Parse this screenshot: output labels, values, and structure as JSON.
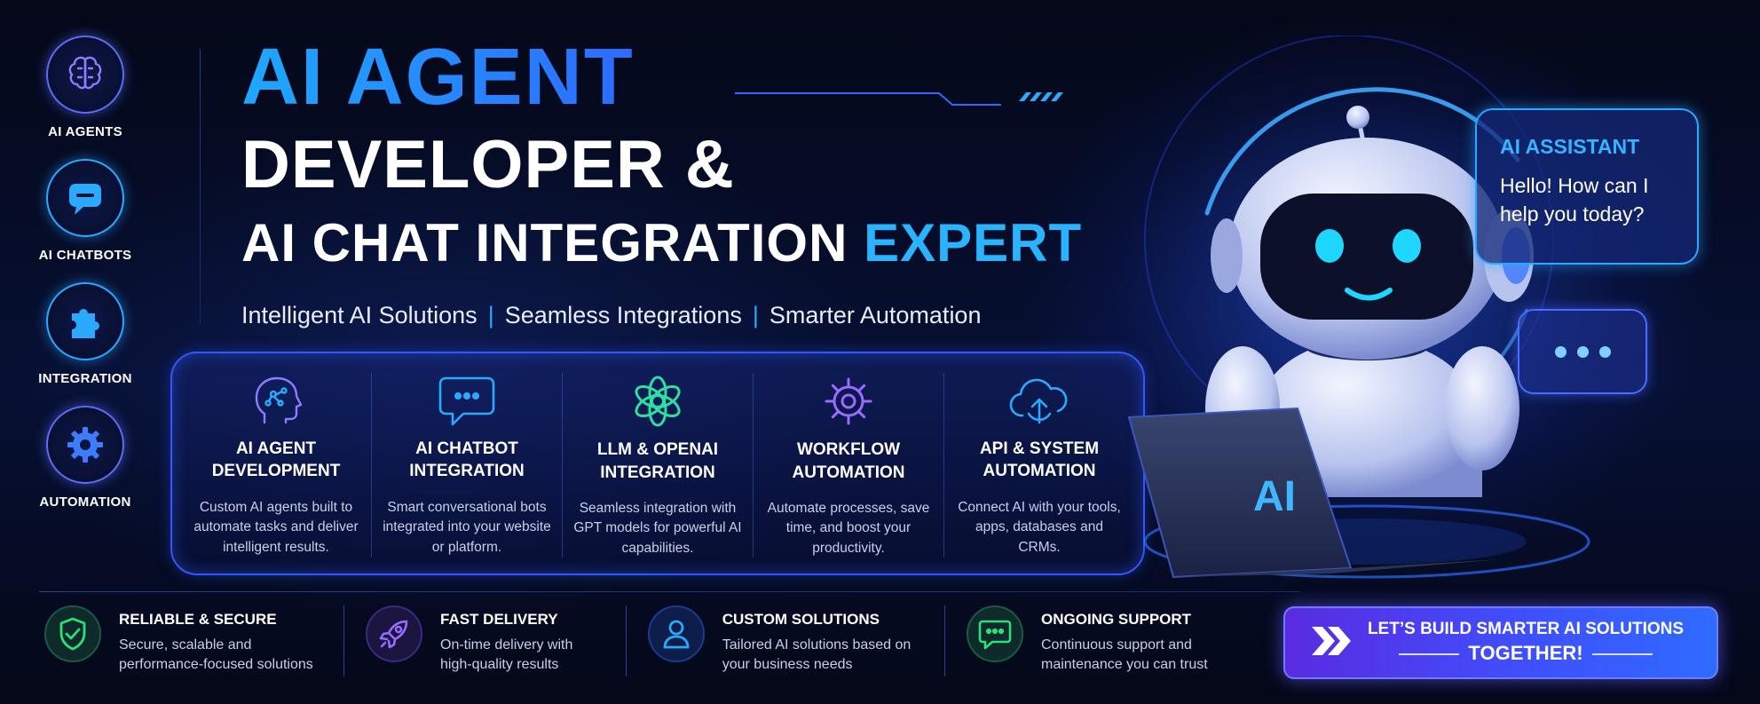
{
  "sidebar": {
    "items": [
      {
        "label": "AI AGENTS",
        "icon": "brain-icon"
      },
      {
        "label": "AI CHATBOTS",
        "icon": "chat-bubble-icon"
      },
      {
        "label": "INTEGRATION",
        "icon": "puzzle-icon"
      },
      {
        "label": "AUTOMATION",
        "icon": "gear-icon"
      }
    ]
  },
  "headline": {
    "line1": "AI AGENT",
    "line2": "DEVELOPER &",
    "line3_main": "AI CHAT INTEGRATION",
    "line3_accent": "EXPERT"
  },
  "tagline": {
    "parts": [
      "Intelligent AI Solutions",
      "Seamless Integrations",
      "Smarter Automation"
    ],
    "separator": "|"
  },
  "services": [
    {
      "title": "AI AGENT\nDEVELOPMENT",
      "desc": "Custom AI agents built to automate tasks and deliver intelligent results.",
      "icon": "head-ai-icon"
    },
    {
      "title": "AI CHATBOT\nINTEGRATION",
      "desc": "Smart conversational bots integrated into your website or platform.",
      "icon": "chat-bubble-icon"
    },
    {
      "title": "LLM & OPENAI\nINTEGRATION",
      "desc": "Seamless integration with GPT models for powerful AI capabilities.",
      "icon": "openai-icon"
    },
    {
      "title": "WORKFLOW\nAUTOMATION",
      "desc": "Automate processes, save time, and boost your productivity.",
      "icon": "gear-icon"
    },
    {
      "title": "API & SYSTEM\nAUTOMATION",
      "desc": "Connect AI with your tools, apps, databases and CRMs.",
      "icon": "cloud-sync-icon"
    }
  ],
  "assistant": {
    "title": "AI ASSISTANT",
    "message": "Hello! How can I help you today?",
    "laptop_label": "AI"
  },
  "features": [
    {
      "title": "RELIABLE & SECURE",
      "desc": "Secure, scalable and performance-focused solutions",
      "icon": "shield-check-icon",
      "color": "#2ee07a"
    },
    {
      "title": "FAST DELIVERY",
      "desc": "On-time delivery with high-quality results",
      "icon": "rocket-icon",
      "color": "#8a5bff"
    },
    {
      "title": "CUSTOM SOLUTIONS",
      "desc": "Tailored AI solutions based on your business needs",
      "icon": "user-icon",
      "color": "#2aa9ff"
    },
    {
      "title": "ONGOING SUPPORT",
      "desc": "Continuous support and maintenance you can trust",
      "icon": "chat-dots-icon",
      "color": "#2ee07a"
    }
  ],
  "cta": {
    "line1": "LET’S BUILD SMARTER AI SOLUTIONS",
    "line2": "TOGETHER!",
    "icon": "double-chevron-icon"
  }
}
